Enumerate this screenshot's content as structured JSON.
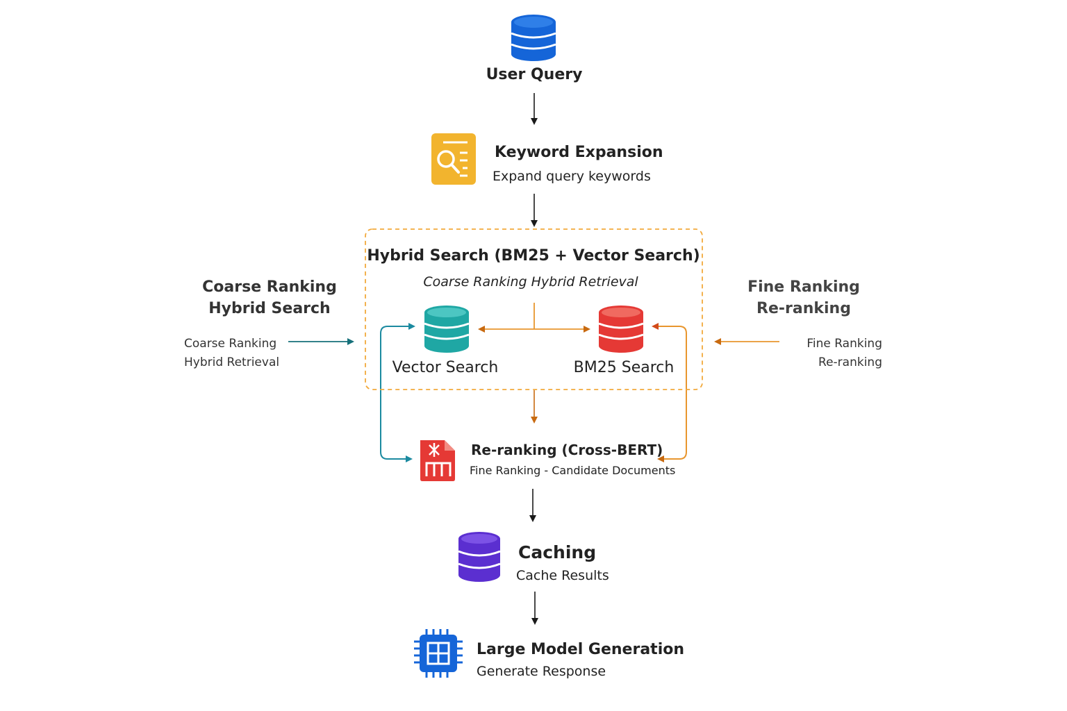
{
  "nodes": {
    "user_query": {
      "title": "User Query",
      "icon": "database-icon",
      "color": "#1565d8"
    },
    "keyword_expansion": {
      "title": "Keyword Expansion",
      "subtitle": "Expand query keywords",
      "icon": "document-search-icon",
      "color": "#f2b42e"
    },
    "hybrid_search": {
      "title": "Hybrid Search (BM25 + Vector Search)",
      "subtitle": "Coarse Ranking Hybrid Retrieval",
      "border_color": "#f2a93b"
    },
    "vector_search": {
      "title": "Vector Search",
      "icon": "database-icon",
      "color": "#1fa7a4"
    },
    "bm25_search": {
      "title": "BM25 Search",
      "icon": "database-icon",
      "color": "#e53935"
    },
    "reranking": {
      "title": "Re-ranking (Cross-BERT)",
      "subtitle": "Fine Ranking - Candidate Documents",
      "icon": "ranking-document-icon",
      "color": "#e53935"
    },
    "caching": {
      "title": "Caching",
      "subtitle": "Cache Results",
      "icon": "database-icon",
      "color": "#5b2fd0"
    },
    "generation": {
      "title": "Large Model Generation",
      "subtitle": "Generate Response",
      "icon": "chip-icon",
      "color": "#1565d8"
    }
  },
  "side_left": {
    "title_line1": "Coarse Ranking",
    "title_line2": "Hybrid Search",
    "note_line1": "Coarse Ranking",
    "note_line2": "Hybrid Retrieval",
    "arrow_color": "#16707a"
  },
  "side_right": {
    "title_line1": "Fine Ranking",
    "title_line2": "Re-ranking",
    "note_line1": "Fine Ranking",
    "note_line2": "Re-ranking",
    "arrow_color": "#e8962e"
  },
  "colors": {
    "arrow": "#1a1a1a",
    "teal_link": "#1b8aa0",
    "orange_link": "#e8962e"
  }
}
